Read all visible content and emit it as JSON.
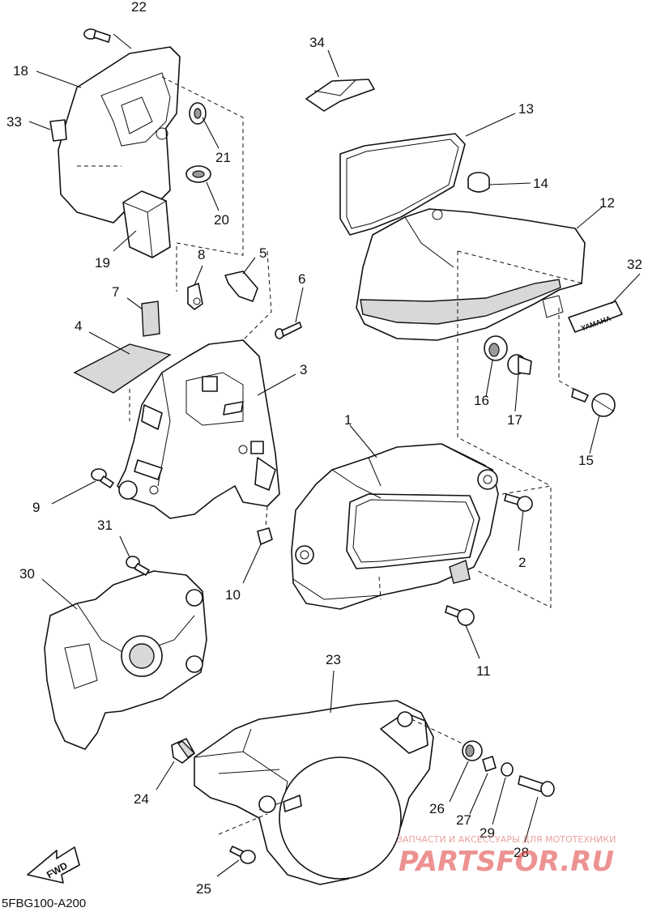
{
  "diagram_code": "5FBG100-A200",
  "fwd_label": "FWD",
  "emblem_text": "YAMAHA",
  "watermark": {
    "line1": "ЗАПЧАСТИ И АКСЕССУАРЫ ДЛЯ МОТОТЕХНИКИ",
    "line2": "PARTSFOR.RU"
  },
  "callouts": {
    "c1": "1",
    "c2": "2",
    "c3": "3",
    "c4": "4",
    "c5": "5",
    "c6": "6",
    "c7": "7",
    "c8": "8",
    "c9": "9",
    "c10": "10",
    "c11": "11",
    "c12": "12",
    "c13": "13",
    "c14": "14",
    "c15": "15",
    "c16": "16",
    "c17": "17",
    "c18": "18",
    "c19": "19",
    "c20": "20",
    "c21": "21",
    "c22": "22",
    "c23": "23",
    "c24": "24",
    "c25": "25",
    "c26": "26",
    "c27": "27",
    "c28": "28",
    "c29": "29",
    "c30": "30",
    "c31": "31",
    "c32": "32",
    "c33": "33",
    "c34": "34"
  }
}
